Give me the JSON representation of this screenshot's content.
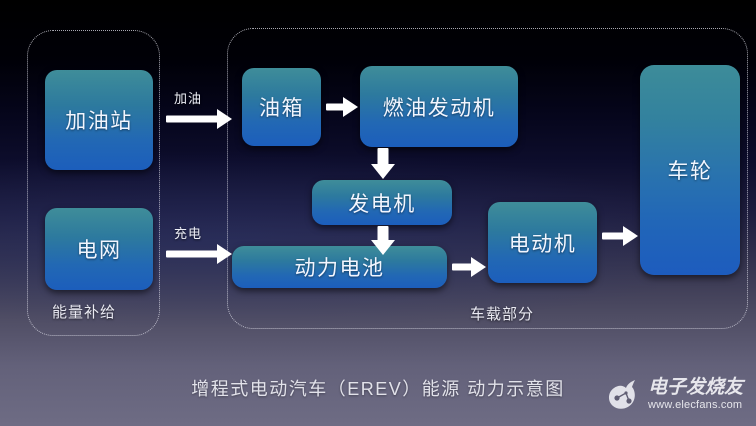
{
  "diagram": {
    "caption": "增程式电动汽车（EREV）能源 动力示意图",
    "background": {
      "top_color": "#000000",
      "bottom_color": "#6e6c84"
    },
    "node_colors": {
      "gradient_top": "#3f8d99",
      "gradient_bottom": "#1c5ebc",
      "text": "#f2f6ff"
    },
    "panels": [
      {
        "id": "supply",
        "label": "能量补给"
      },
      {
        "id": "vehicle",
        "label": "车载部分"
      }
    ],
    "nodes": [
      {
        "id": "gas-station",
        "label": "加油站"
      },
      {
        "id": "grid",
        "label": "电网"
      },
      {
        "id": "fuel-tank",
        "label": "油箱"
      },
      {
        "id": "engine",
        "label": "燃油发动机"
      },
      {
        "id": "generator",
        "label": "发电机"
      },
      {
        "id": "battery",
        "label": "动力电池"
      },
      {
        "id": "motor",
        "label": "电动机"
      },
      {
        "id": "wheel",
        "label": "车轮"
      }
    ],
    "flows": [
      {
        "id": "refuel",
        "from": "gas-station",
        "to": "fuel-tank",
        "label": "加油",
        "direction": "right"
      },
      {
        "id": "charge",
        "from": "grid",
        "to": "battery",
        "label": "充电",
        "direction": "right"
      },
      {
        "id": "tank-engine",
        "from": "fuel-tank",
        "to": "engine",
        "label": "",
        "direction": "right"
      },
      {
        "id": "engine-gen",
        "from": "engine",
        "to": "generator",
        "label": "",
        "direction": "down"
      },
      {
        "id": "gen-battery",
        "from": "generator",
        "to": "battery",
        "label": "",
        "direction": "down"
      },
      {
        "id": "battery-motor",
        "from": "battery",
        "to": "motor",
        "label": "",
        "direction": "right"
      },
      {
        "id": "motor-wheel",
        "from": "motor",
        "to": "wheel",
        "label": "",
        "direction": "right"
      }
    ]
  },
  "watermark": {
    "brand": "电子发烧友",
    "url": "www.elecfans.com"
  }
}
